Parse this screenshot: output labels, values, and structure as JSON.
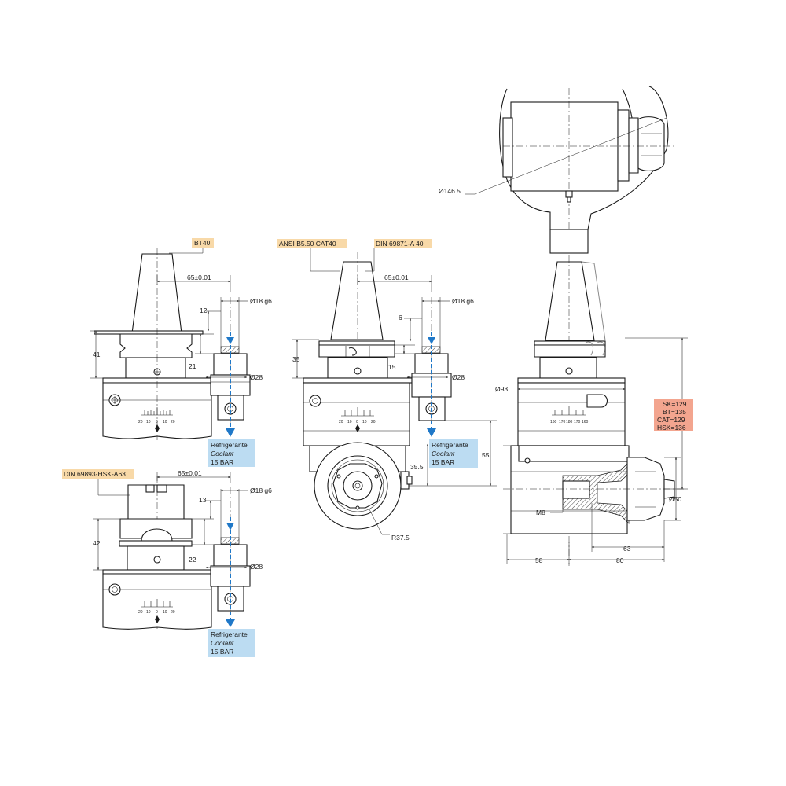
{
  "tags": {
    "bt40": "BT40",
    "ansi": "ANSI B5.50 CAT40",
    "din_a40": "DIN 69871-A 40",
    "hsk": "DIN 69893-HSK-A63",
    "lengths": [
      "SK=129",
      "BT=135",
      "CAT=129",
      "HSK=136"
    ]
  },
  "coolant": {
    "line1": "Refrigerante",
    "line2": "Coolant",
    "line3": "15 BAR"
  },
  "dims": {
    "offset": "65±0.01",
    "shank_dia": "Ø18 g6",
    "nut_dia": "Ø28",
    "bt40": {
      "a": "12",
      "b": "41",
      "c": "21"
    },
    "cat40": {
      "a": "6",
      "b": "35",
      "c": "15",
      "d": "35.5",
      "e": "55",
      "radius": "R37.5"
    },
    "hsk": {
      "a": "13",
      "b": "42",
      "c": "22"
    },
    "side": {
      "swing": "Ø146.5",
      "body": "Ø93",
      "nose": "Ø50",
      "thread": "M8",
      "d63": "63",
      "d58": "58",
      "d80": "80"
    }
  },
  "scale_ticks": [
    "20",
    "10",
    "0",
    "10",
    "20"
  ],
  "scale_ticks_side": [
    "160",
    "170",
    "180",
    "170",
    "160"
  ],
  "colors": {
    "orange_tag": "#f8d9a8",
    "red_tag": "#f3a58f",
    "blue_tag": "#bcdcf2",
    "coolant_arrow": "#1f78c8"
  }
}
